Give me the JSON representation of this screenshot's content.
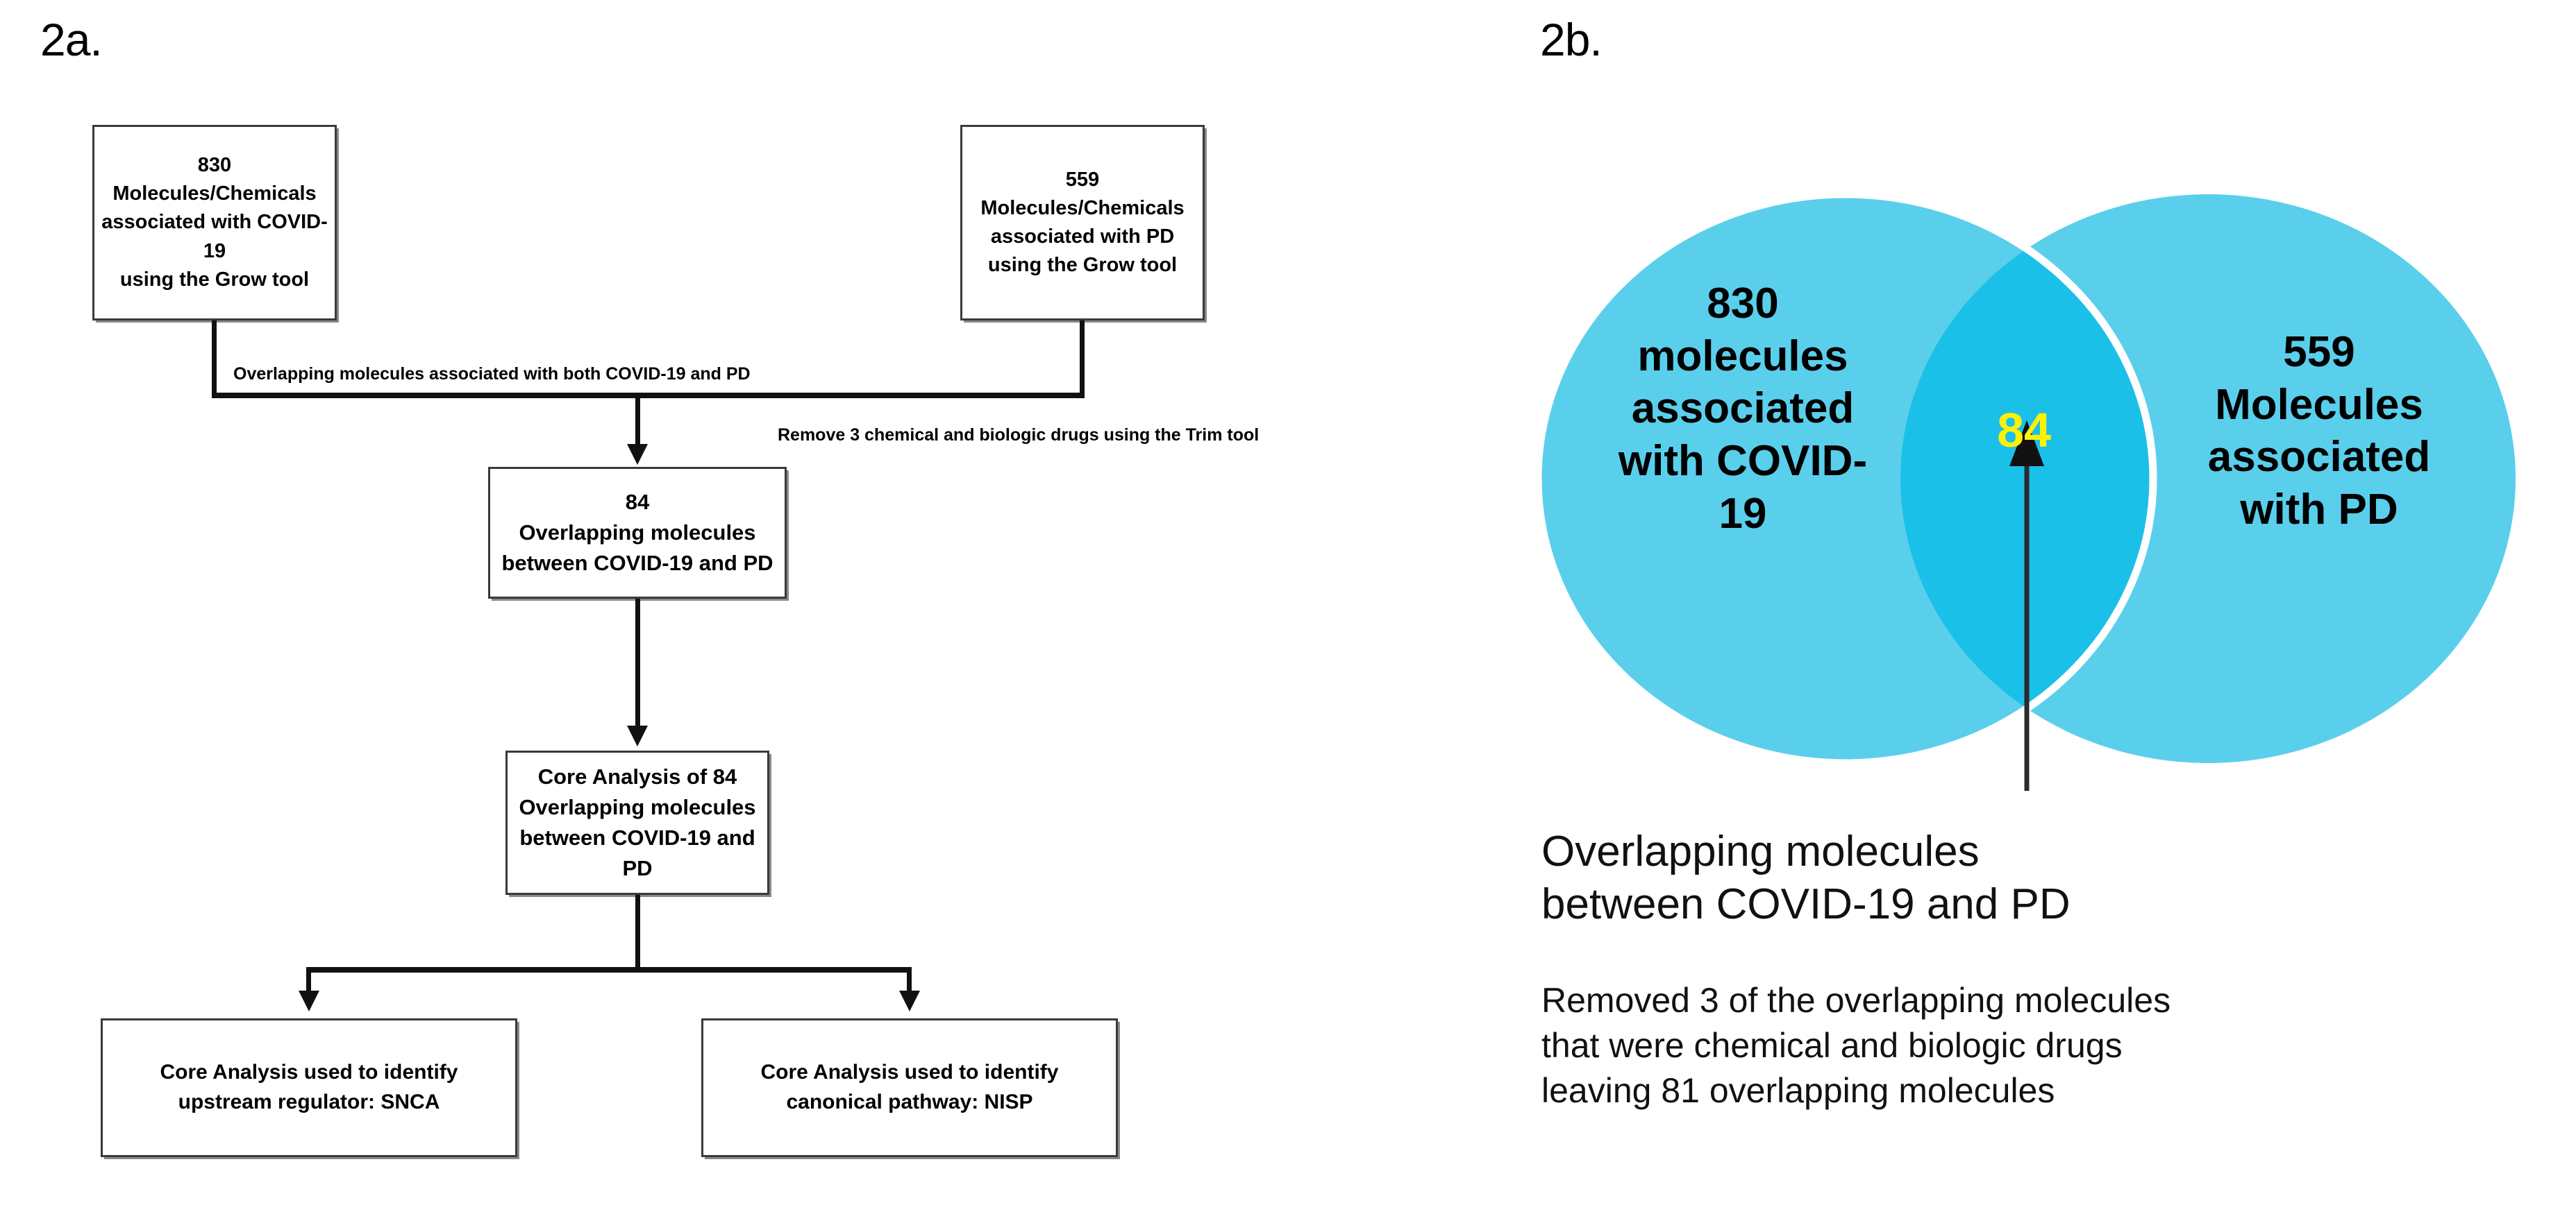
{
  "figure": {
    "panel_a_label": "2a.",
    "panel_b_label": "2b."
  },
  "flowchart": {
    "boxes": {
      "covid_source": {
        "count": "830",
        "line1": "Molecules/Chemicals",
        "line2": "associated with COVID-19",
        "line3": "using the Grow tool"
      },
      "pd_source": {
        "count": "559",
        "line1": "Molecules/Chemicals",
        "line2": "associated with PD",
        "line3": "using the Grow tool"
      },
      "overlap": {
        "count": "84",
        "line1": "Overlapping molecules",
        "line2": "between COVID-19 and PD"
      },
      "core_analysis": {
        "line1": "Core Analysis of 84",
        "line2": "Overlapping molecules",
        "line3": "between COVID-19 and PD"
      },
      "upstream_regulator": {
        "line1": "Core Analysis used to identify",
        "line2": "upstream regulator: SNCA"
      },
      "canonical_pathway": {
        "line1": "Core Analysis used to identify",
        "line2": "canonical pathway: NISP"
      }
    },
    "connector_labels": {
      "merge": "Overlapping molecules associated with both COVID-19 and PD",
      "trim": "Remove 3 chemical and biologic drugs using the Trim tool"
    }
  },
  "venn": {
    "left_circle_text": "830\nmolecules\nassociated\nwith COVID-\n19",
    "right_circle_text": "559\nMolecules\nassociated\nwith PD",
    "intersection_count": "84",
    "caption": "Overlapping molecules\nbetween COVID-19 and PD",
    "note": "Removed 3 of the overlapping molecules\nthat were chemical and biologic drugs\nleaving 81 overlapping molecules",
    "colors": {
      "circle_fill": "#5ACFEC",
      "intersection_fill": "#1BC0E9",
      "intersection_label": "#FFF200",
      "separator": "#FFFFFF"
    }
  },
  "chart_data": {
    "type": "venn",
    "title": "Overlapping molecules between COVID-19 and PD",
    "sets": [
      {
        "name": "Molecules associated with COVID-19",
        "total": 830
      },
      {
        "name": "Molecules associated with PD",
        "total": 559
      }
    ],
    "intersection": 84,
    "intersection_after_trim": 81,
    "removed": 3,
    "removed_reason": "chemical and biologic drugs"
  }
}
